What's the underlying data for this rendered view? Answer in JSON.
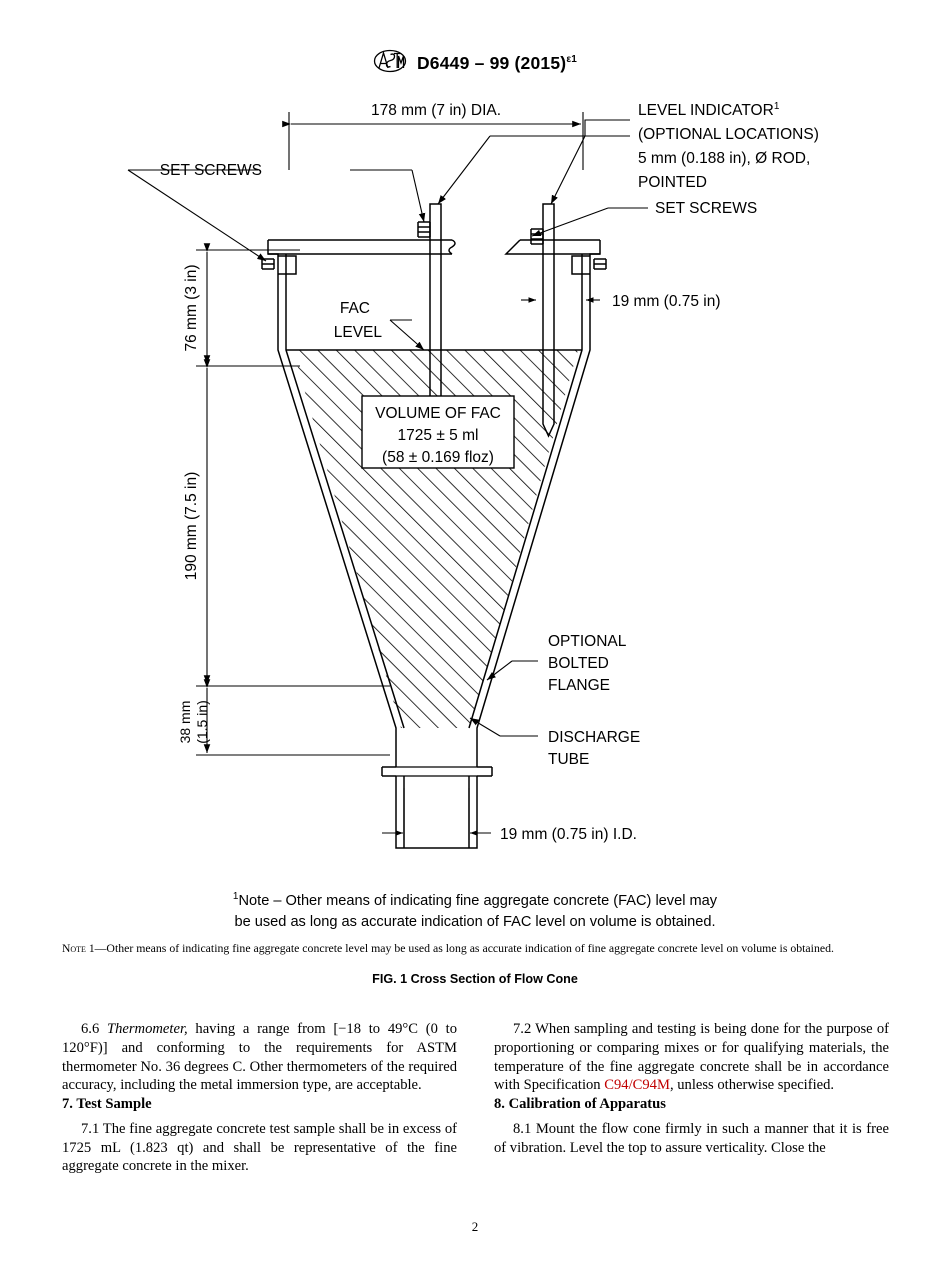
{
  "header": {
    "logo_alt": "ASTM",
    "designation": "D6449 – 99 (2015)",
    "designation_sup": "ε1"
  },
  "figure": {
    "labels": {
      "dia_top": "178 mm (7 in) DIA.",
      "set_screws_left": "SET SCREWS",
      "set_screws_right": "SET SCREWS",
      "level_indicator_1": "LEVEL INDICATOR",
      "level_indicator_sup": "1",
      "level_indicator_2": "(OPTIONAL LOCATIONS)",
      "level_indicator_3": "5 mm (0.188 in), Ø ROD,",
      "level_indicator_4": "POINTED",
      "rod_offset": "19 mm (0.75 in)",
      "fac_level_1": "FAC",
      "fac_level_2": "LEVEL",
      "height_cyl": "76 mm (3 in)",
      "height_cone": "190 mm (7.5 in)",
      "height_tube_1": "38 mm",
      "height_tube_2": "(1.5 in)",
      "volume_1": "VOLUME OF FAC",
      "volume_2": "1725 ± 5 ml",
      "volume_3": "(58 ± 0.169 floz)",
      "flange_1": "OPTIONAL",
      "flange_2": "BOLTED",
      "flange_3": "FLANGE",
      "discharge_1": "DISCHARGE",
      "discharge_2": "TUBE",
      "tube_id": "19 mm (0.75 in) I.D."
    },
    "footnote_sup": "1",
    "footnote_line1": "Note – Other means of indicating fine aggregate concrete (FAC) level may",
    "footnote_line2": "be used as long as accurate indication of FAC level on volume is obtained.",
    "note_label": "Note 1",
    "note_text": "—Other means of indicating fine aggregate concrete level may be used as long as accurate indication of fine aggregate concrete level on volume is obtained.",
    "caption": "FIG. 1 Cross Section of Flow Cone"
  },
  "body": {
    "left": {
      "p66_num": "6.6 ",
      "p66_ital": "Thermometer,",
      "p66_rest": " having a range from [−18 to 49°C (0 to 120°F)] and conforming to the requirements for ASTM thermometer No. 36 degrees C. Other thermometers of the required accuracy, including the metal immersion type, are acceptable.",
      "sec7_head": "7.  Test Sample",
      "p71": "7.1 The fine aggregate concrete test sample shall be in excess of 1725 mL (1.823 qt) and shall be representative of the fine aggregate concrete in the mixer."
    },
    "right": {
      "p72_pre": "7.2 When sampling and testing is being done for the purpose of proportioning or comparing mixes or for qualifying materials, the temperature of the fine aggregate concrete shall be in accordance with Specification ",
      "p72_xref": "C94/C94M",
      "p72_post": ", unless otherwise specified.",
      "sec8_head": "8.  Calibration of Apparatus",
      "p81": "8.1 Mount the flow cone firmly in such a manner that it is free of vibration. Level the top to assure verticality. Close the"
    }
  },
  "footer": {
    "page_number": "2"
  }
}
